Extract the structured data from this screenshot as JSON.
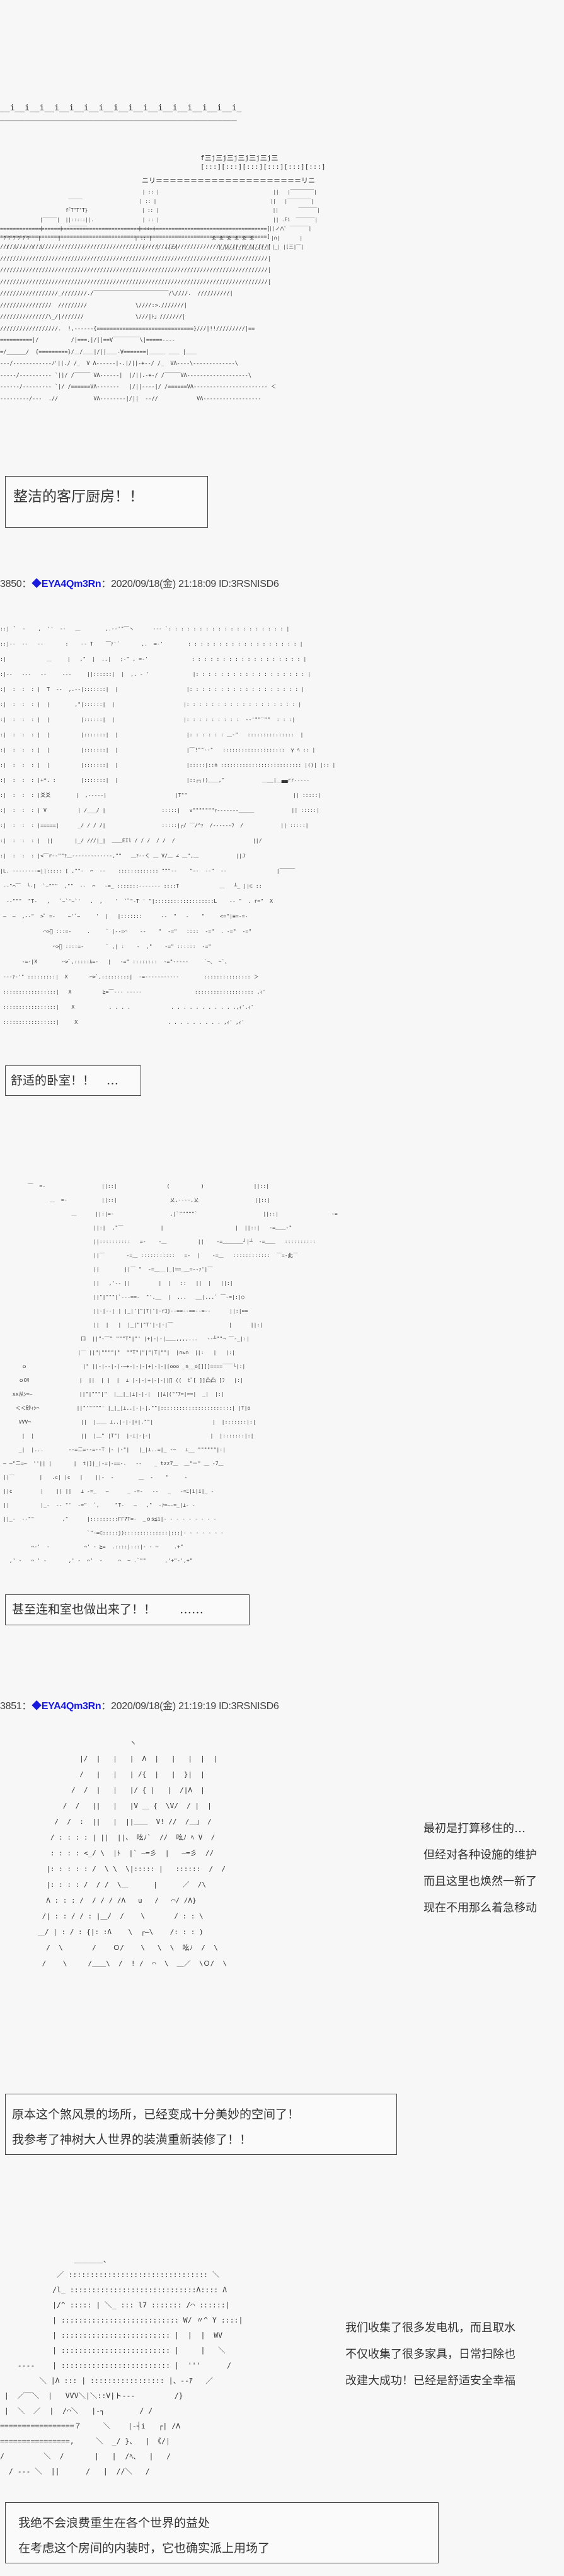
{
  "page": {
    "background": "#f7f7f7",
    "trip_color": "#1a1adc"
  },
  "scenes": [
    {
      "id": "living-kitchen",
      "caption": [
        "整洁的客厅厨房！！"
      ]
    },
    {
      "id": "bedroom",
      "caption": [
        "舒适的卧室！！　…"
      ]
    },
    {
      "id": "washitsu",
      "caption": [
        "甚至连和室也做出来了！！　　……"
      ]
    },
    {
      "id": "renovation",
      "caption": [
        "原本这个煞风景的场所，已经变成十分美妙的空间了！",
        "我参考了神树大人世界的装潢重新装修了！！"
      ],
      "side_text": [
        "最初是打算移住的…",
        "但经对各种设施的维护",
        "而且这里也焕然一新了",
        "现在不用那么着急移动"
      ]
    },
    {
      "id": "generators",
      "caption": [
        "我绝不会浪费重生在各个世界的益处",
        "在考虑这个房间的内装时，它也确实派上用场了"
      ],
      "side_text": [
        "我们收集了很多发电机，而且取水",
        "不仅收集了很多家具，日常扫除也",
        "改建大成功！已经是舒适安全幸福"
      ]
    }
  ],
  "posts": [
    {
      "number": "3850",
      "sep1": "：",
      "diamond": "◆",
      "trip": "EYA4Qm3Rn",
      "sep2": "：",
      "datetime": "2020/09/18(金) 21:18:09 ID:3RSNISD6"
    },
    {
      "number": "3851",
      "sep1": "：",
      "diamond": "◆",
      "trip": "EYA4Qm3Rn",
      "sep2": "：",
      "datetime": "2020/09/18(金) 21:19:19 ID:3RSNISD6"
    }
  ],
  "art": {
    "kitchen_top": "__i__i__i__i__i__i__i__i__i__i__i__i__i__i__i__i_\n________________________________________________",
    "kitchen_shelf": "f三j三j三j三j三j三j三\n[:::][:::][:::][:::][:::][:::]",
    "kitchen_hood": "ニリ＝＝＝＝＝＝＝＝＝＝＝＝＝＝＝＝＝＝＝＝＝リニ",
    "kitchen_body": "                                                  | :: |                                        ||   |￣￣￣￣￣|\n                        ￣￣￣                    | :: |                                        ||   |￣￣￣￣￣|\n                       f｢T\"T\"T}                   | :: |                                        ||       ￣￣￣￣|\n              |￣￣￣|  ||:::::||.                 | :: |                                        || .Fi  ￣￣￣￣|\n              |      |  ￣￣￣￣                  | :: |                                        ||ノ八ﾟ ￣￣￣￣|\n ﾞﾌﾞﾌﾞﾌﾞﾌﾞﾌﾞﾌ   |      |                          | :: |                     ゑ ゑ ゑ ゑ ゑ ゑ      |∩|       |\n  ⊥  ⊥  ⊥  ⊥  ⊥                                   | :: |  (|三|              |_||_||_||_||_||_|ﾟ|_| |[三|￣|",
    "kitchen_counter": "====================================================================================]\n====================================================================================]",
    "kitchen_floor": "///////////////////////////////////////////////////////////////////////////////////|\n///////////////////////////////////////////////////////////////////////////////////|\n///////////////////////////////////////////////////////////////////////////////////|\n///////////////////////////////////////////////////////////////////////////////////|\n//////////////////_////////./￣￣￣￣￣￣￣￣￣￣￣￣￣￣/\\////.  //////////|\n////////////////  /////////               \\////:>.///////|\n///////////////\\_/|///////                \\///|ﾄ」///////|\n//////////////////.  !,------{==============================}///|!!/////////|==\n==========|/          /|===.|/||==V￣￣￣￣￣\\|=====----\n=/______/  {=========}/＿/＿＿|/||＿＿-V=======|＿＿＿ ＿＿ |＿＿\n---/------------ﾉ'||./ /_  V Λ------|-.|/||-+--/ /_  VΛ----\\-------------\\\n-----/---------- `||/ /￣￣￣ VΛ------|  |/||.-+-/ /￣￣￣VΛ-------------------\\\n------/--------- `|/ /======VΛ-------   |/||----|/ /======VΛ----------------------- ＜\n---------/---  .//           VΛ--------|/||  --//            VΛ------------------",
    "bedroom": "::|  ﾞ  -    ,  ''  --   ＿        ,.-‐'\"￣ヽ      ‐-- `: : : : : : : : : : : : : : : : : : : |\n::|--  --   --       :    -‐ T    ￣ｧ'´       ,.  =-'        : : : : : : : : : : : : : : : : : : |\n:|             ＿     |   ,\"  |  ..|   ;-\" , =-'              : : : : : : : : : : : : : : : : : : |\n:|--   ---   --     ---     ||::::::|  |  ,. - '              |: : : : : : : : : : : : : : : : : : |\n:|  :  :  : |  T  --  ,.-‐|:::::::|  |                      |: : : : : : : : : : : : : : : : : : |\n:|  :  :  : |  |        ,\"|::::::|  |                      |: : : : : : : : : : : : : : : : : : |\n:|  :  :  : |  |          |::::::|  |                      |: : : : : : : : :  -‐'\"\"¨\"\"  : : :|\n:|  :  :  : |  |          |:::::::|  |                      |: : : : : : ＿-\"   :::::::::::::::  |\n:|  :  :  : |  |          |:::::::|  |                      |￣!\"\"-‐\"   ::::::::::::::::::::  γ ﾍ :: |\n:|  :  :  : |  |          |:::::::|  |                      |:::::|::n :::::::::::::::::::::::::: |()| |:: |\n:|  :  :  : |+*. :        |:::::::|  |                      |::┌┐()＿＿,\"            ＿__|＿▄▄rr-‐‐‐‐\n:|  :  :  : |爻爻        |  ,-‐‐‐‐|                      |T\"\"                                  || :::::|\n:|  :  :  : | V          | /___/ |                  :::::|   v\"\"\"\"\"\"\"ｧ-‐‐‐‐‐‐＿＿＿            || :::::|\n:|  :  :  : |=====|      _/ / / /|                  :::::|┌/ ￣/^ｧ  /‐‐‐‐‐‐ﾌ  /            || :::::|\n:|  :  :  : |  ||       |_/ ///|_|  ＿＿EIl / / /  / /  /                         ||/\n:|  :  :  : |<￣r-‐\"\"ｧ＿-‐‐‐‐‐‐‐‐‐‐‐‐,\"\"   ＿ｧ-‐く ＿ V/＿ ∠ ＿\",＿            ||J\n|L. --------=||::::: [ ,\"\"-  ⌒  --    ::::::::::::: \"\"\"-‐    \"--  --\"  -‐                |￣￣￣\n --\"⌒￣  └-[  `~\"\"\"  ,\"\"  -‐  ⌒   -=_ :::::::------- ::::T             ＿   ┴_ ||⊂ ::\n  -‐\"\"\"  \"T-   ,   `~`'~`'   .  ,    '  `ﾟ\"-T ' \"|:::::::::::::::::::L    ‐‐ \"  . r=\"  X\n —  —  ,-‐\"  >ﾟ =-    ~'`~     '  |   |:::::::      -‐  \"   -    \"     <=\"|≡=‐=-\n              ⌒>ﾟ :::=-     .     ` |--=⌒    -‐    \"  -=\"   ::::  -=\"  . -=\"  -=\"\n                 ⌒>ﾟ ::::=-       ` ,| :    -  ,\"    -=\" ::::::  -=\"\n       -=‐|X        ⌒>ﾟ,:::::ﾑ=-   |   -=\" ::::::::  -=\"-----     `~、 ~`、\n --‐ｧ-'\" :::::::::|  X       ⌒>ﾟ,:::::::::|  -=-----------        ::::::::::::::: ＞\n :::::::::::::::::|   X          ≧=￣--- -----                 ::::::::::::::::::: ,ｨ'\n :::::::::::::::::|    X           . . . .             . . . . . . . . . . .,ｨ'.ｨ'\n :::::::::::::::::|     X                             . . . . . . . . . ,ｨ' ,ｨ'",
    "washitsu": "         ￣  =-                  ||::|                (          )                ||::|\n                ＿  =-           ||::|                 乂,-‐‐-,乂                  ||::|\n                       ＿      ||:|=-                  ,|`\"\"\"\"\"`                     ||::|                 -=\n                              ||:|  ,\"￣            |                       |  ||::|   -=＿＿-\"\n                              ||::::::::::   =-    -＿          ||    -=＿＿＿＿┘|┴  -=＿＿   ::::::::::\n                              ||￣       -=＿ :::::::::::   =-  |    -=＿   ::::::::::::  ￣=-此￣\n                              ||        ||￣ \"  -=＿__|_|==_＿=--ｧ'|￣\n                              ||   ,'-- ||         |  |   ::   ||  |   ||:|\n                              ||\"|\"\"\"|`--‐==-  \"'.__  |  ...   __|...` ￣-=|:|○\n                              ||-|--| | |_|'|\"|T|'|-rｺj--==--==--=--      ||:|==\n                              ||  |   |  |_|\"|\"T'|-|-|￣                  |      ||:|\n                          口  ||\"-￣\" \"\"\"T\"|\"' |+|-|-|＿＿,,,,...   --┴\"\"¬ ￣-_|:|\n                         |￣ ||\"|\"\"\"\"|\"  \"\"T\"|\"|\"|T|\"\"|  |∩ь∩  ||:   |   |:|\n       ｏ                  |\" ||-|--|-|-―+-|-|-|+|-|-||ooo _n__o[]]]====￣￣└|:|\n      ｏOﾘ                |  ||  | |  |  ⊥ |-|-|+|-|-||∏ ((  ﾋﾞ[ ]]凸凸 [ﾌ   |:|\n    xx从ｼ=~               ||\"|\"\"\"|\"  |__|_|⊥|-|-|  ||ﾑ|(\"\"ｱ=|==|  _|  |:|\n     ＜＜砂ｨｼ⌒            ||\"'\"\"\"\"' |_|_|⊥..|-|-|.\"\"|:::::::::::::::::::::::| |T|o\n      VVV⌒                ||  |＿＿ ⊥..|-|-|+|.\"\"|                   |  |:::::::|:|\n       |  |               ||  |＿\" |T\"|  |-⊥|-|-|                   |  |:::::::|:|\n      _|  |...        --=二=--=--T |- |-\"|   |_|⊥..=|_ -―   ⊥__ \"\"\"\"\"\"|:|\n ― ―\"二=―  ''|| |       |  t|]|_|-=|-==-.   -‐    _ tzz7＿  ＿\"ー\" ＿ -7＿\n ||￣        |   .c| |c   |    ||-  -        ＿  -    \"     -\n ||c         |    || ||   ⊥ -=_   ―      _ -=-   -‐   _   -=ﾆ|i|i|_ -\n ||          |_-  -‐ \"'  -=\"  `,     \"T-   ―   ,\"  -ｧ=―-=_|⊥- -\n ||_-  -‐\"\"         ,\"      |:::::::::ΓΓ7T=-  _ｏs≦i|- - - - - - - - -\n                            `\"-=⊂:::::j)::::::::::::::|:::|- - - - - - -\n          ⌒-'  -           ⌒' - ≧=  .::::|:::|- - ―     .+\"\n   ,' -   ⌒ ' -       ,' -  ⌒'  -     ⌒  ~ .`\"\"      ,'+\"-',+\"",
    "forest": "                      ヽ\n          |/  |   |   |  Λ  |   |   |  |  |\n          /   |   |   | /{  |   |  }|  |\n        /  /  |   |   |/ { |   |  /|Λ  |\n      /  /   ||   |   |V ＿ {  \\V/  / |  |\n    /  /  :  ||   |  ||＿＿  V! //  /＿」 /\n   / : : : : | ||  ||、 吆ﾉ`  //  吆ﾉ ﾍ V  /\n   : : : : <_/ \\  |ﾄ  |` ―=彡  |   ―=彡  //\n  |: : : : : /  \\ \\  \\|::::: |   ::::::  /  /\n  |: : : : /  / /  \\＿      |      ／  /\\\n  Λ : : : /  / / / /Λ   u   /   ⌒/ /Λ}\n /| : : / / : |＿/  /    \\       / : : \\\n＿/ | : / : {|: :Λ    \\  ┌―\\    /: : : )\n  /  \\       /    Ｏ/    \\   \\  \\  吆ﾉ  /  \\\n /    \\     /＿＿\\  /  ! /  ⌒  \\  ＿／  \\Ｏ/  \\",
    "generator": "                 ＿＿＿＿、\n             ／ :::::::::::::::::::::::::::::::: ＼\n            /l_ :::::::::::::::::::::::::::::Λ:::: Λ\n            |/^ ::::: | ＼_ ::: l7 ::::::: /⌒ ::::::|\n            | ::::::::::::::::::::::::::: W/ 〃^ Y ::::|\n            | ::::::::::::::::::::::::: |  |  |  WV\n            | ::::::::::::::::::::::::: |     |   ＼\n    ----    | ::::::::::::::::::::::::: |  '''      /\n         ＼ |Λ ::: | ::::::::::::::::: |、--ｱ   ／\n |  ／￣＼  |   VVV＼|＼::V|ト---         /}\n |  ＼  ／  |  /⌒＼   |‐┐        / /\n=================７     ＼    |‐┤i   ┌| /Λ\n================,     ＼  _/ }、  | 《/|\n/         ＼  /       |   |  /ﾍ、  |   /\n  / --- ＼  ||      /   |  //＼   /"
  }
}
